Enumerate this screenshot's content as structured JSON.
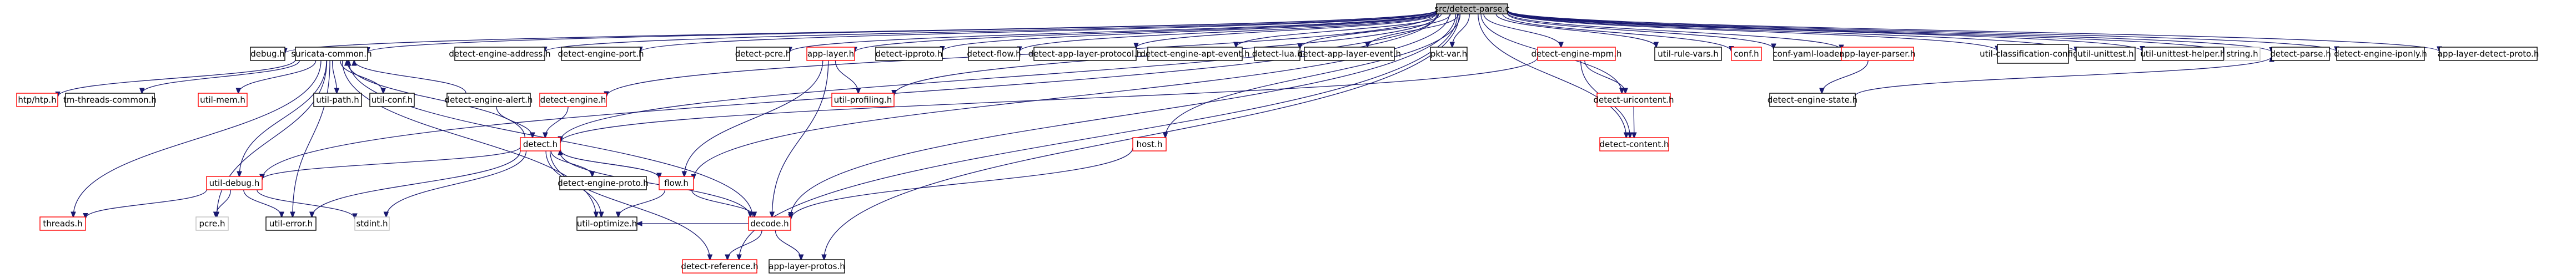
{
  "graph": {
    "root": "src/detect-parse.c",
    "nodes": [
      {
        "id": "root",
        "label": "src/detect-parse.c",
        "style": "root"
      },
      {
        "id": "debug",
        "label": "debug.h",
        "style": "black"
      },
      {
        "id": "sc",
        "label": "suricata-common.h",
        "style": "black"
      },
      {
        "id": "addr",
        "label": "detect-engine-address.h",
        "style": "black"
      },
      {
        "id": "port",
        "label": "detect-engine-port.h",
        "style": "black"
      },
      {
        "id": "mpm",
        "label": "detect-engine-mpm.h",
        "style": "red"
      },
      {
        "id": "pcre",
        "label": "detect-pcre.h",
        "style": "black"
      },
      {
        "id": "applayer",
        "label": "app-layer.h",
        "style": "red"
      },
      {
        "id": "ipproto",
        "label": "detect-ipproto.h",
        "style": "black"
      },
      {
        "id": "flowkw",
        "label": "detect-flow.h",
        "style": "black"
      },
      {
        "id": "alproto",
        "label": "detect-app-layer-protocol.h",
        "style": "black"
      },
      {
        "id": "apt",
        "label": "detect-engine-apt-event.h",
        "style": "black"
      },
      {
        "id": "lua",
        "label": "detect-lua.h",
        "style": "black"
      },
      {
        "id": "alevent",
        "label": "detect-app-layer-event.h",
        "style": "black"
      },
      {
        "id": "pktvar",
        "label": "pkt-var.h",
        "style": "black"
      },
      {
        "id": "rulevars",
        "label": "util-rule-vars.h",
        "style": "black"
      },
      {
        "id": "conf",
        "label": "conf.h",
        "style": "red"
      },
      {
        "id": "yaml",
        "label": "conf-yaml-loader.h",
        "style": "black"
      },
      {
        "id": "alparser",
        "label": "app-layer-parser.h",
        "style": "red"
      },
      {
        "id": "classif",
        "label": "util-classification-config.h",
        "style": "black"
      },
      {
        "id": "unittest",
        "label": "util-unittest.h",
        "style": "black"
      },
      {
        "id": "unithelp",
        "label": "util-unittest-helper.h",
        "style": "black"
      },
      {
        "id": "string",
        "label": "string.h",
        "style": "gray"
      },
      {
        "id": "dparse",
        "label": "detect-parse.h",
        "style": "black"
      },
      {
        "id": "iponly",
        "label": "detect-engine-iponly.h",
        "style": "black"
      },
      {
        "id": "aldetect",
        "label": "app-layer-detect-proto.h",
        "style": "black"
      },
      {
        "id": "htp",
        "label": "htp/htp.h",
        "style": "red"
      },
      {
        "id": "tmthreads",
        "label": "tm-threads-common.h",
        "style": "black"
      },
      {
        "id": "umem",
        "label": "util-mem.h",
        "style": "red"
      },
      {
        "id": "upath",
        "label": "util-path.h",
        "style": "black"
      },
      {
        "id": "uconf",
        "label": "util-conf.h",
        "style": "black"
      },
      {
        "id": "alert",
        "label": "detect-engine-alert.h",
        "style": "black"
      },
      {
        "id": "engine",
        "label": "detect-engine.h",
        "style": "red"
      },
      {
        "id": "uprof",
        "label": "util-profiling.h",
        "style": "red"
      },
      {
        "id": "uicont",
        "label": "detect-uricontent.h",
        "style": "red"
      },
      {
        "id": "state",
        "label": "detect-engine-state.h",
        "style": "black"
      },
      {
        "id": "detect",
        "label": "detect.h",
        "style": "red"
      },
      {
        "id": "host",
        "label": "host.h",
        "style": "red"
      },
      {
        "id": "content",
        "label": "detect-content.h",
        "style": "red"
      },
      {
        "id": "udebug",
        "label": "util-debug.h",
        "style": "red"
      },
      {
        "id": "proto",
        "label": "detect-engine-proto.h",
        "style": "black"
      },
      {
        "id": "flowh",
        "label": "flow.h",
        "style": "red"
      },
      {
        "id": "threads",
        "label": "threads.h",
        "style": "red"
      },
      {
        "id": "pcreh",
        "label": "pcre.h",
        "style": "gray"
      },
      {
        "id": "uerror",
        "label": "util-error.h",
        "style": "black"
      },
      {
        "id": "stdint",
        "label": "stdint.h",
        "style": "gray"
      },
      {
        "id": "decode",
        "label": "decode.h",
        "style": "red"
      },
      {
        "id": "uopt",
        "label": "util-optimize.h",
        "style": "black"
      },
      {
        "id": "ref",
        "label": "detect-reference.h",
        "style": "red"
      },
      {
        "id": "alprotos",
        "label": "app-layer-protos.h",
        "style": "black"
      }
    ],
    "edges": [
      [
        "root",
        "debug"
      ],
      [
        "root",
        "sc"
      ],
      [
        "root",
        "addr"
      ],
      [
        "root",
        "port"
      ],
      [
        "root",
        "mpm"
      ],
      [
        "root",
        "pcre"
      ],
      [
        "root",
        "applayer"
      ],
      [
        "root",
        "ipproto"
      ],
      [
        "root",
        "flowkw"
      ],
      [
        "root",
        "alproto"
      ],
      [
        "root",
        "apt"
      ],
      [
        "root",
        "lua"
      ],
      [
        "root",
        "alevent"
      ],
      [
        "root",
        "pktvar"
      ],
      [
        "root",
        "rulevars"
      ],
      [
        "root",
        "conf"
      ],
      [
        "root",
        "yaml"
      ],
      [
        "root",
        "alparser"
      ],
      [
        "root",
        "classif"
      ],
      [
        "root",
        "unittest"
      ],
      [
        "root",
        "unithelp"
      ],
      [
        "root",
        "string"
      ],
      [
        "root",
        "dparse"
      ],
      [
        "root",
        "iponly"
      ],
      [
        "root",
        "aldetect"
      ],
      [
        "root",
        "uicont"
      ],
      [
        "root",
        "content"
      ],
      [
        "root",
        "host"
      ],
      [
        "root",
        "detect"
      ],
      [
        "root",
        "uprof"
      ],
      [
        "root",
        "flowh"
      ],
      [
        "root",
        "decode"
      ],
      [
        "root",
        "udebug"
      ],
      [
        "root",
        "ref"
      ],
      [
        "root",
        "alprotos"
      ],
      [
        "root",
        "engine"
      ],
      [
        "sc",
        "htp"
      ],
      [
        "sc",
        "tmthreads"
      ],
      [
        "sc",
        "umem"
      ],
      [
        "sc",
        "upath"
      ],
      [
        "sc",
        "uconf"
      ],
      [
        "sc",
        "udebug"
      ],
      [
        "sc",
        "threads"
      ],
      [
        "sc",
        "pcreh"
      ],
      [
        "sc",
        "uerror"
      ],
      [
        "sc",
        "uopt"
      ],
      [
        "alert",
        "sc"
      ],
      [
        "alert",
        "detect"
      ],
      [
        "engine",
        "detect"
      ],
      [
        "detect",
        "sc"
      ],
      [
        "detect",
        "udebug"
      ],
      [
        "detect",
        "proto"
      ],
      [
        "detect",
        "flowh"
      ],
      [
        "detect",
        "decode"
      ],
      [
        "detect",
        "ref"
      ],
      [
        "detect",
        "uerror"
      ],
      [
        "detect",
        "stdint"
      ],
      [
        "detect",
        "uopt"
      ],
      [
        "udebug",
        "threads"
      ],
      [
        "udebug",
        "pcreh"
      ],
      [
        "udebug",
        "uerror"
      ],
      [
        "udebug",
        "stdint"
      ],
      [
        "flowh",
        "decode"
      ],
      [
        "flowh",
        "uopt"
      ],
      [
        "flowh",
        "detect"
      ],
      [
        "decode",
        "sc"
      ],
      [
        "decode",
        "ref"
      ],
      [
        "decode",
        "alprotos"
      ],
      [
        "decode",
        "uopt"
      ],
      [
        "applayer",
        "uprof"
      ],
      [
        "applayer",
        "flowh"
      ],
      [
        "applayer",
        "decode"
      ],
      [
        "mpm",
        "detect"
      ],
      [
        "mpm",
        "uicont"
      ],
      [
        "mpm",
        "content"
      ],
      [
        "uicont",
        "content"
      ],
      [
        "alparser",
        "state"
      ],
      [
        "host",
        "decode"
      ],
      [
        "state",
        "dparse"
      ]
    ]
  }
}
